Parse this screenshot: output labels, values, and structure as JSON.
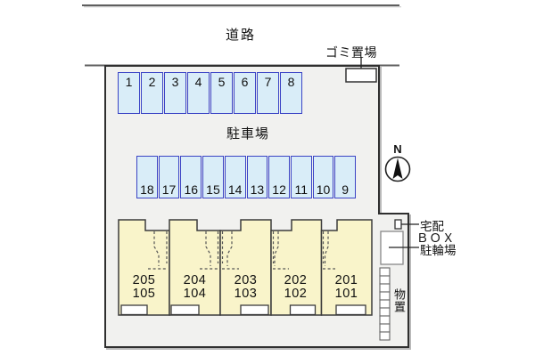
{
  "road": {
    "label": "道路"
  },
  "garbage": {
    "label": "ゴミ置場"
  },
  "parking": {
    "label": "駐車場",
    "row_top": [
      "1",
      "2",
      "3",
      "4",
      "5",
      "6",
      "7",
      "8"
    ],
    "row_middle": [
      "18",
      "17",
      "16",
      "15",
      "14",
      "13",
      "12",
      "11",
      "10",
      "9"
    ]
  },
  "compass": {
    "north": "N"
  },
  "building": {
    "units": [
      {
        "upper": "205",
        "lower": "105"
      },
      {
        "upper": "204",
        "lower": "104"
      },
      {
        "upper": "203",
        "lower": "103"
      },
      {
        "upper": "202",
        "lower": "102"
      },
      {
        "upper": "201",
        "lower": "101"
      }
    ]
  },
  "annotations": {
    "delivery_line1": "宅配",
    "delivery_line2": "ＢＯＸ",
    "bicycle": "駐輪場",
    "storage": "物置"
  },
  "colors": {
    "parking_fill": "#d9edf8",
    "parking_border": "#3b44c5",
    "building_fill": "#f9f4ca",
    "site_fill": "#f1f1ef",
    "outline": "#2f2f2f",
    "road_line": "#5f5f5f"
  }
}
